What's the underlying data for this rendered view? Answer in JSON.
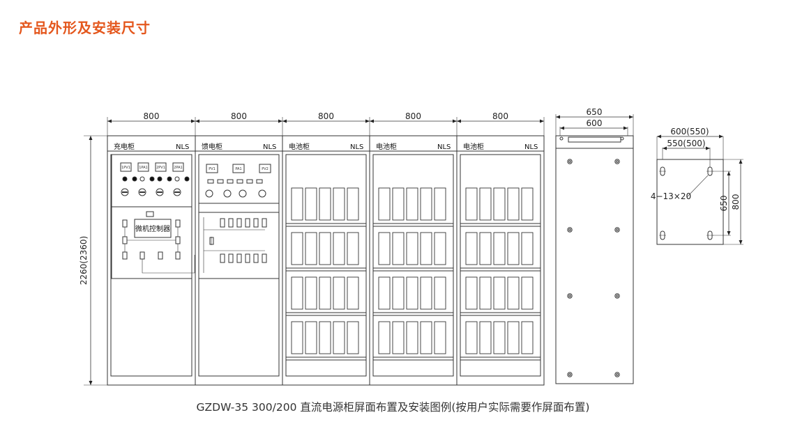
{
  "header": {
    "title": "产品外形及安装尺寸"
  },
  "caption": "GZDW-35 300/200 直流电源柜屏面布置及安装图例(按用户实际需要作屏面布置)",
  "dimensions": {
    "cabinet_widths": [
      "800",
      "800",
      "800",
      "800",
      "800"
    ],
    "height": "2260(2360)",
    "side_outer": "650",
    "side_inner": "600",
    "base_outer": "600(550)",
    "base_inner": "550(500)",
    "base_height_inner": "650",
    "base_height_outer": "800",
    "holes": "4−13×20"
  },
  "cabinets": [
    {
      "name": "充电柜",
      "brand": "NLS",
      "type": "charger"
    },
    {
      "name": "馈电柜",
      "brand": "NLS",
      "type": "feeder"
    },
    {
      "name": "电池柜",
      "brand": "NLS",
      "type": "battery"
    },
    {
      "name": "电池柜",
      "brand": "NLS",
      "type": "battery"
    },
    {
      "name": "电池柜",
      "brand": "NLS",
      "type": "battery"
    }
  ],
  "charger_panel": {
    "meters": [
      "1PV1",
      "1PA1",
      "2PV1",
      "2PA1"
    ],
    "controller": "微机控制器"
  },
  "feeder_panel": {
    "meters": [
      "PV1",
      "PA1",
      "PV2"
    ]
  },
  "colors": {
    "title": "#e4571d",
    "line": "#333333"
  }
}
